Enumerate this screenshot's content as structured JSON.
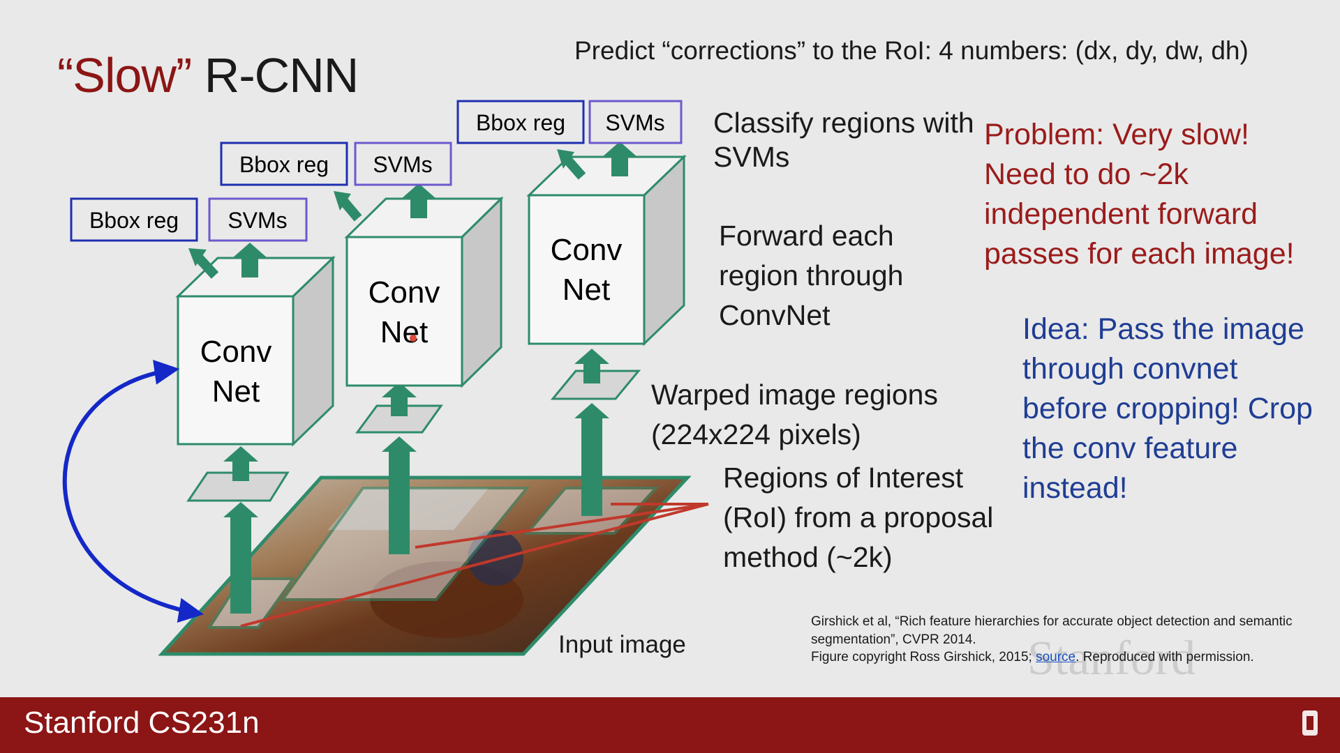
{
  "title": {
    "quoted": "“Slow”",
    "rest": " R-CNN"
  },
  "top_note": "Predict “corrections” to the RoI: 4 numbers: (dx, dy, dw, dh)",
  "stacks": [
    {
      "bbox_label": "Bbox reg",
      "svm_label": "SVMs",
      "net_line1": "Conv",
      "net_line2": "Net"
    },
    {
      "bbox_label": "Bbox reg",
      "svm_label": "SVMs",
      "net_line1": "Conv",
      "net_line2": "Net"
    },
    {
      "bbox_label": "Bbox reg",
      "svm_label": "SVMs",
      "net_line1": "Conv",
      "net_line2": "Net"
    }
  ],
  "labels": {
    "classify_line1": "Classify regions with",
    "classify_line2": "SVMs",
    "forward_line1": "Forward each",
    "forward_line2": "region through",
    "forward_line3": "ConvNet",
    "warped_line1": "Warped image regions",
    "warped_line2": "(224x224 pixels)",
    "roi_line1": "Regions of Interest",
    "roi_line2": "(RoI) from a proposal",
    "roi_line3": "method (~2k)",
    "input_image": "Input image"
  },
  "problem": [
    "Problem: Very slow!",
    "Need to do ~2k",
    "independent forward",
    "passes for each image!"
  ],
  "idea": [
    "Idea: Pass the image",
    "through convnet",
    "before cropping! Crop",
    "the conv feature",
    "instead!"
  ],
  "citation": {
    "line1": "Girshick et al, “Rich feature hierarchies for accurate object detection and semantic",
    "line2": "segmentation”, CVPR 2014.",
    "line3_pre": "Figure copyright Ross Girshick, 2015; ",
    "line3_link": "source",
    "line3_post": ". Reproduced with permission."
  },
  "footer": {
    "course": "Stanford CS231n",
    "wordmark": "Stanford"
  },
  "colors": {
    "cardinal": "#8c1515",
    "green": "#2e8b6a",
    "blue_box": "#1f2fb0",
    "purple_box": "#6a5acd",
    "arrow_blue": "#1428c8",
    "red_line": "#c0392b"
  }
}
